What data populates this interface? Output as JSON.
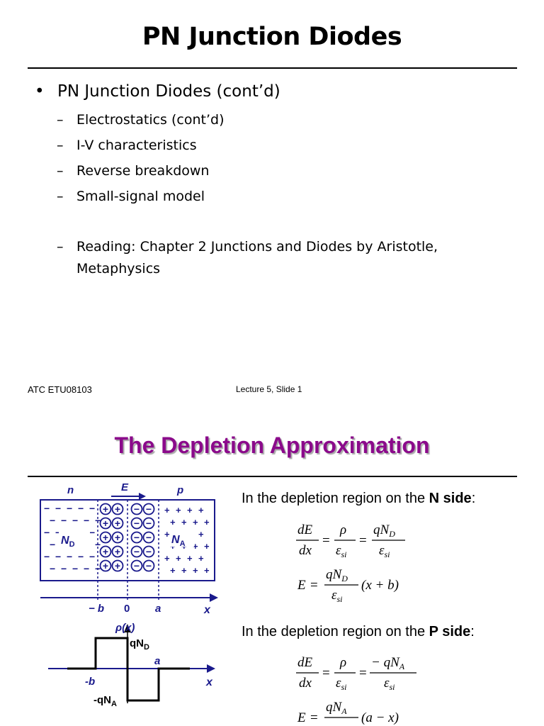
{
  "slide1": {
    "title": "PN Junction Diodes",
    "main_bullet": "PN Junction Diodes (cont’d)",
    "bullet_symbol": "•",
    "dash_symbol": "–",
    "sub_items": [
      "Electrostatics (cont’d)",
      "I-V characteristics",
      "Reverse breakdown",
      "Small-signal model"
    ],
    "reading_line1": "Reading: Chapter 2 Junctions and Diodes by Aristotle,",
    "reading_line2": "Metaphysics",
    "footer_left": "ATC ETU08103",
    "footer_center": "Lecture 5, Slide 1"
  },
  "slide2": {
    "title": "The Depletion Approximation",
    "n_side_pre": "In the depletion region on the ",
    "n_side_bold": "N side",
    "n_side_post": ":",
    "p_side_pre": "In the depletion region on the ",
    "p_side_bold": "P side",
    "p_side_post": ":",
    "diagram": {
      "label_n": "n",
      "label_E": "E",
      "label_p": "p",
      "label_ND": "N",
      "sub_D": "D",
      "label_NA": "N",
      "sub_A": "A",
      "axis_minus_b": "− b",
      "axis_zero": "0",
      "axis_a": "a",
      "axis_x": "x",
      "rho_label": "ρ(x)",
      "qND": "qN",
      "qND_sub": "D",
      "rho_a": "a",
      "rho_minus_b": "-b",
      "rho_x": "x",
      "neg_qNA": "-qN",
      "neg_qNA_sub": "A",
      "plus": "+",
      "minus": "−"
    },
    "eq": {
      "dE": "dE",
      "dx": "dx",
      "rho": "ρ",
      "eps": "ε",
      "si": "si",
      "qND": "qN",
      "D": "D",
      "negqNA": "− qN",
      "A": "A",
      "E": "E",
      "xb": "(x + b)",
      "ax": "(a − x)",
      "eq": "="
    }
  }
}
